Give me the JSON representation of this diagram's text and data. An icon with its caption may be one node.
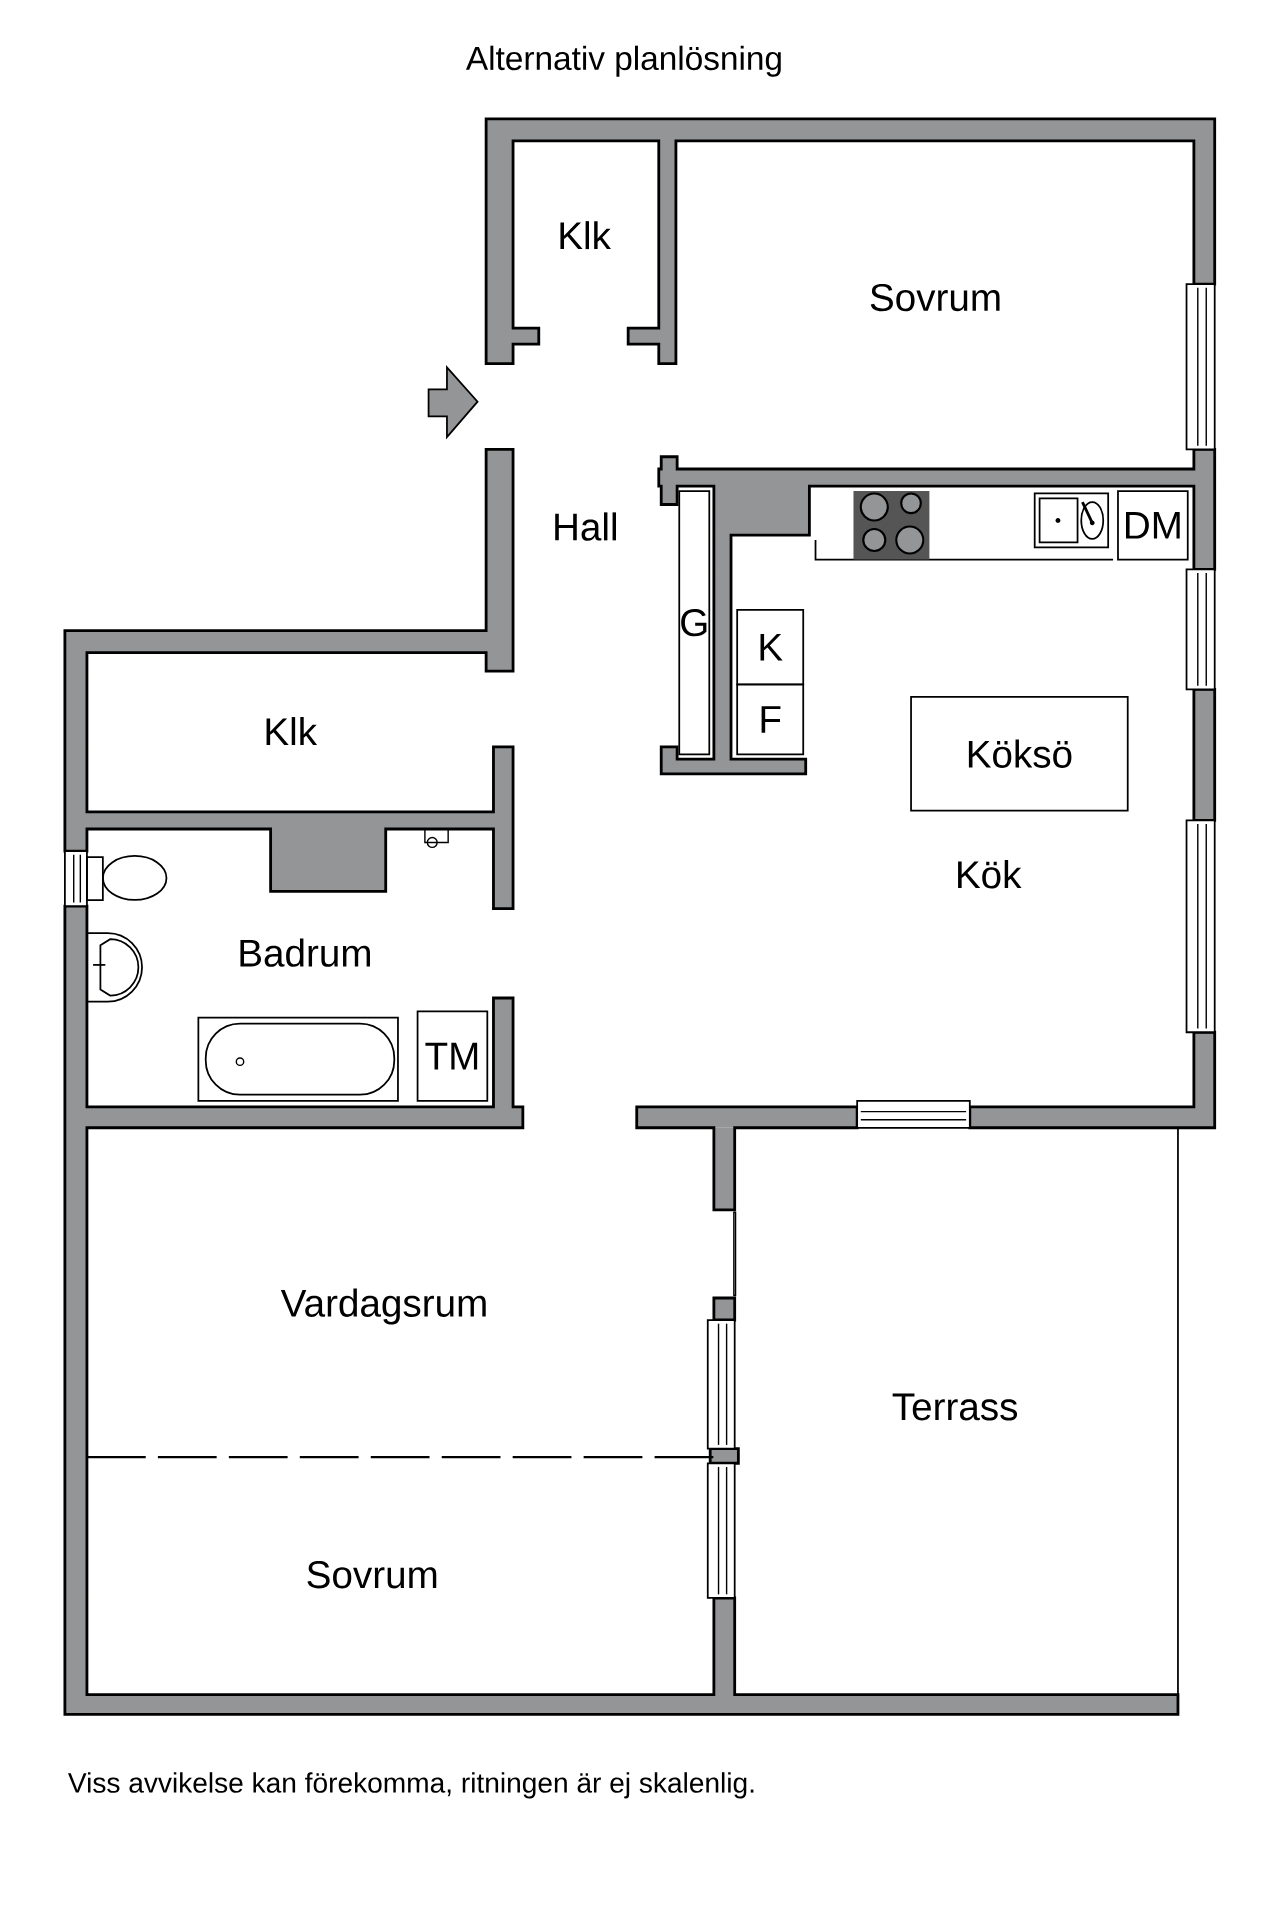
{
  "diagram": {
    "title": "Alternativ planlösning",
    "caption": "Viss avvikelse kan förekomma, ritningen är ej skalenlig.",
    "nodes": [
      {
        "text": [
          "G"
        ]
      },
      {
        "text": [
          "K"
        ]
      },
      {
        "text": [
          "F"
        ]
      },
      {
        "text": [
          "DM"
        ]
      },
      {
        "text": [
          "Köksö"
        ]
      },
      {
        "text": [
          "TM"
        ]
      }
    ],
    "edges": [],
    "labels": [
      "Klk",
      "Sovrum",
      "Hall",
      "Klk",
      "Kök",
      "Badrum",
      "Vardagsrum",
      "Terrass",
      "Sovrum"
    ]
  }
}
